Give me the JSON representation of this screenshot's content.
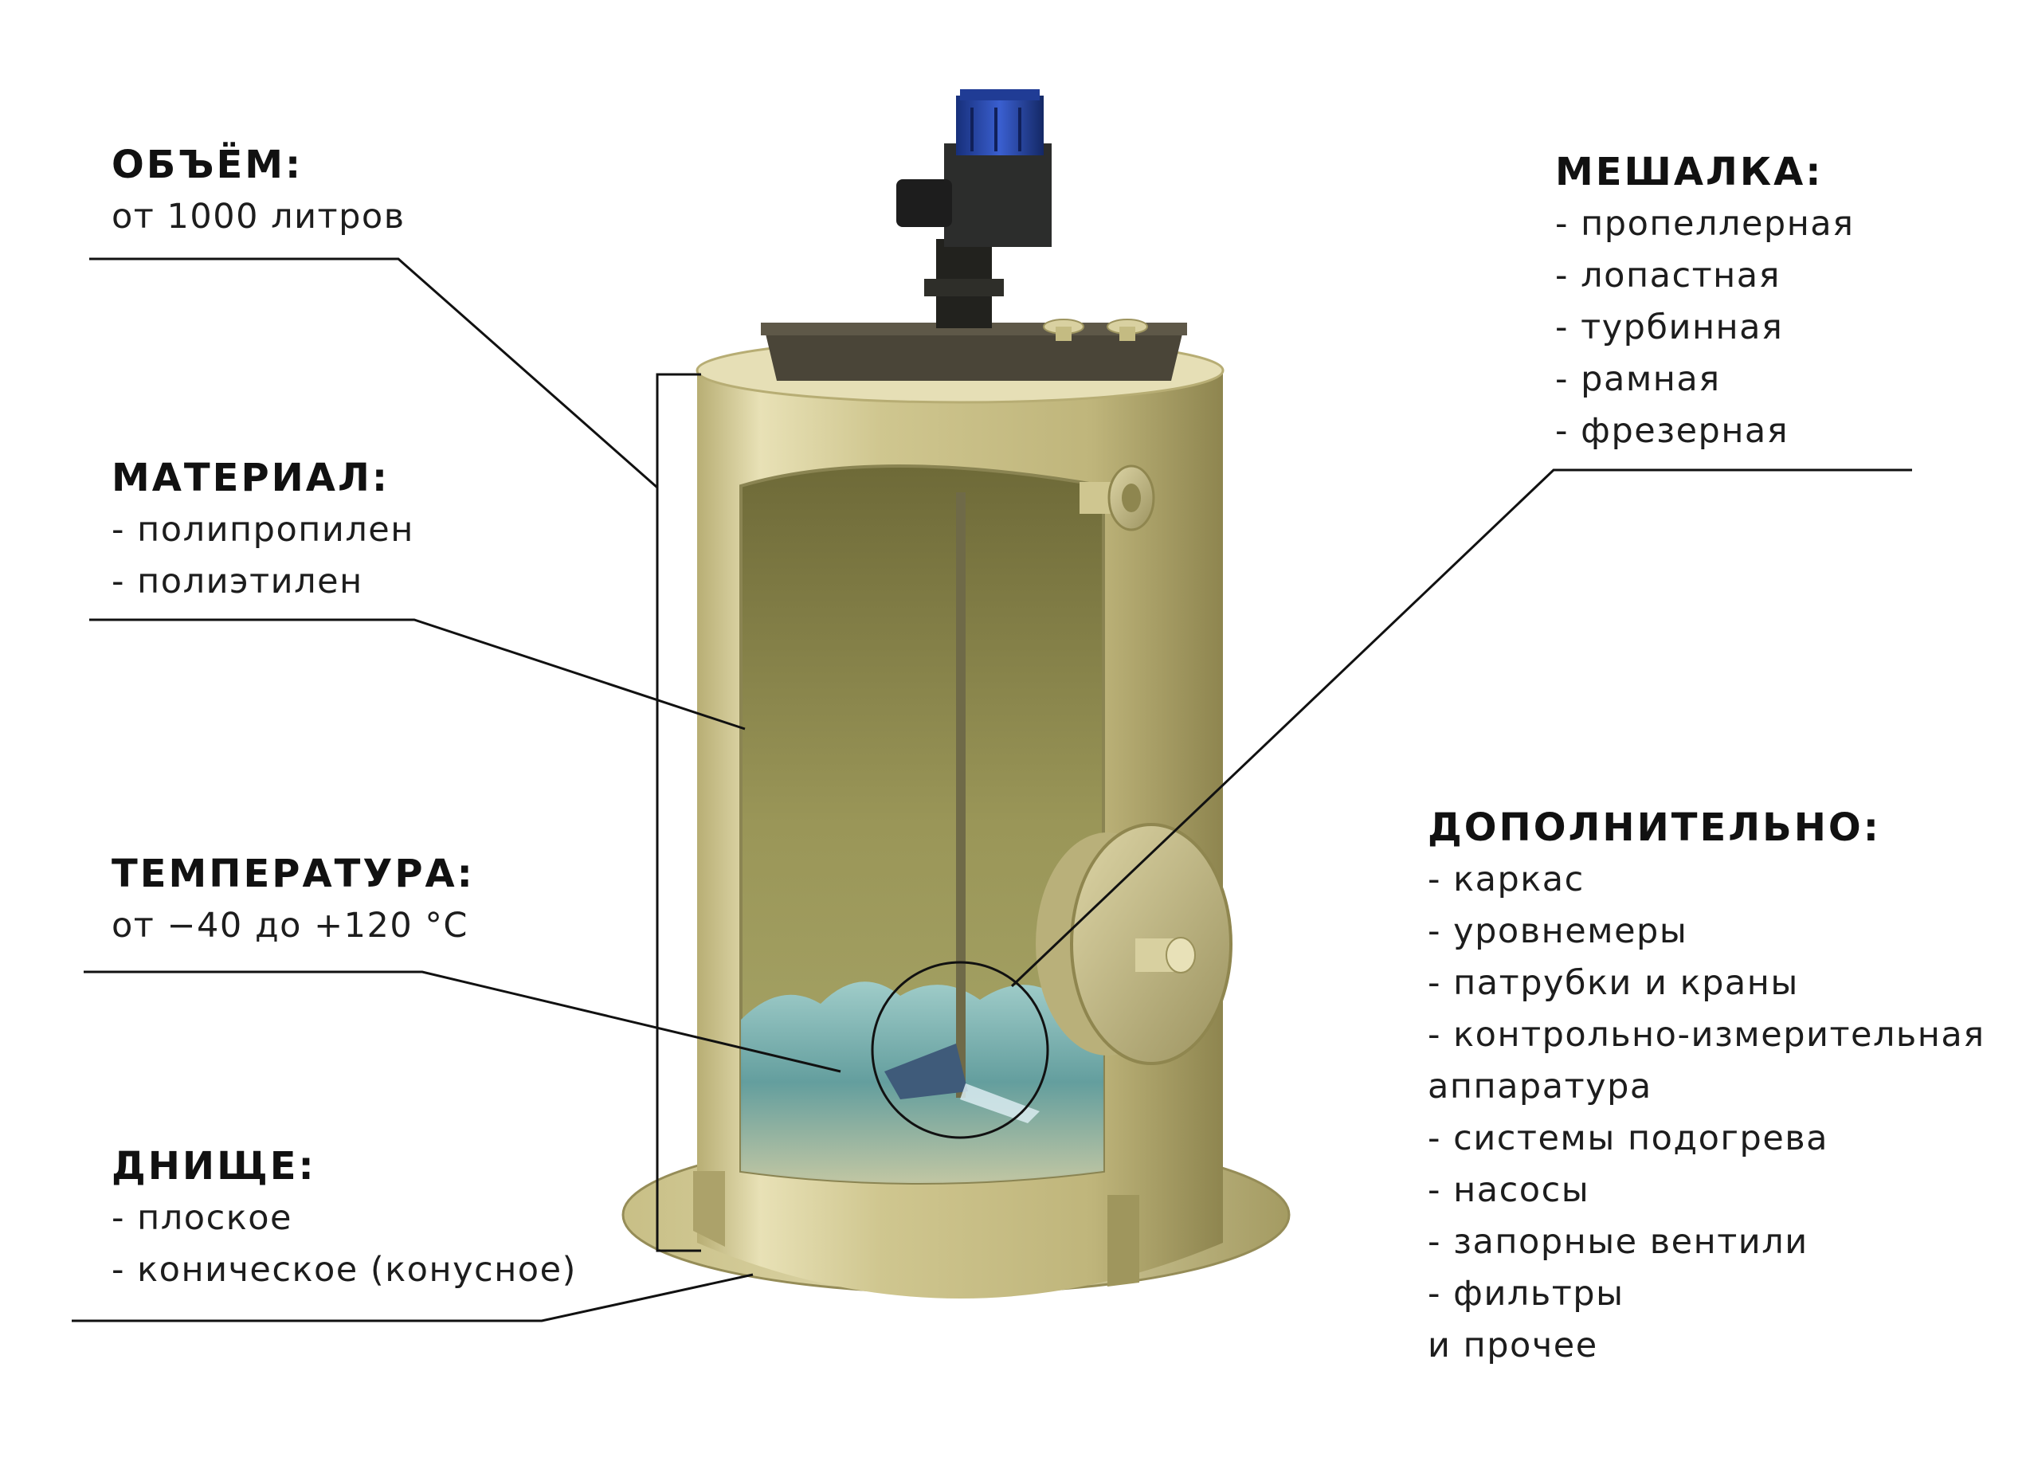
{
  "callouts": {
    "volume": {
      "title": "ОБЪЁМ:",
      "lines": [
        "от 1000 литров"
      ]
    },
    "material": {
      "title": "МАТЕРИАЛ:",
      "lines": [
        "- полипропилен",
        "- полиэтилен"
      ]
    },
    "temperature": {
      "title": "ТЕМПЕРАТУРА:",
      "lines": [
        "от −40 до +120 °C"
      ]
    },
    "bottom": {
      "title": "ДНИЩЕ:",
      "lines": [
        "- плоское",
        "- коническое (конусное)"
      ]
    },
    "mixer": {
      "title": "МЕШАЛКА:",
      "lines": [
        "- пропеллерная",
        "- лопастная",
        "- турбинная",
        "- рамная",
        "- фрезерная"
      ]
    },
    "extra": {
      "title": "ДОПОЛНИТЕЛЬНО:",
      "lines": [
        "- каркас",
        "- уровнемеры",
        "- патрубки и краны",
        "- контрольно-измерительная",
        "аппаратура",
        "- системы подогрева",
        "- насосы",
        "- запорные вентили",
        "- фильтры",
        "и прочее"
      ]
    }
  },
  "colors": {
    "tank_body": "#c9c08a",
    "tank_highlight": "#ece6c0",
    "tank_shadow": "#8f8650",
    "liquid": "#5f9aa0",
    "motor_blue": "#1f3fa0",
    "leader_line": "#111111"
  }
}
